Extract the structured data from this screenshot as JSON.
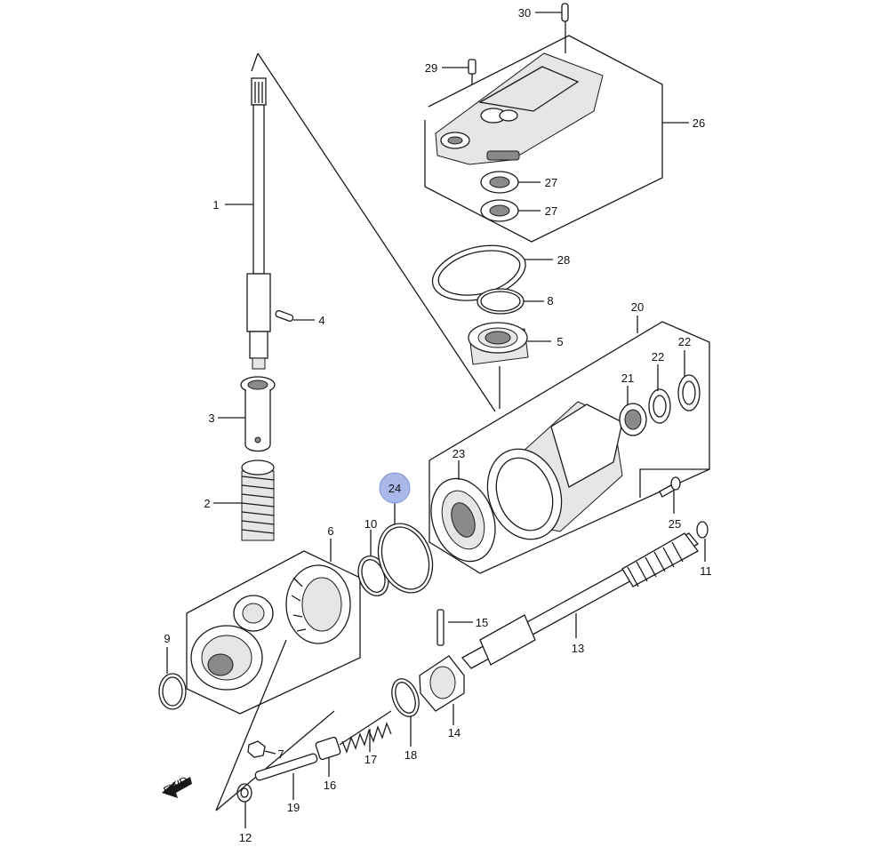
{
  "diagram": {
    "part_labels": [
      "1",
      "2",
      "3",
      "4",
      "5",
      "6",
      "7",
      "8",
      "9",
      "10",
      "11",
      "12",
      "13",
      "14",
      "15",
      "16",
      "17",
      "18",
      "19",
      "20",
      "21",
      "22",
      "22",
      "23",
      "24",
      "25",
      "26",
      "27",
      "27",
      "28",
      "29",
      "30"
    ],
    "highlighted_label": "24",
    "highlight_color": "#a9b8e8",
    "direction_badge": "FWD"
  }
}
